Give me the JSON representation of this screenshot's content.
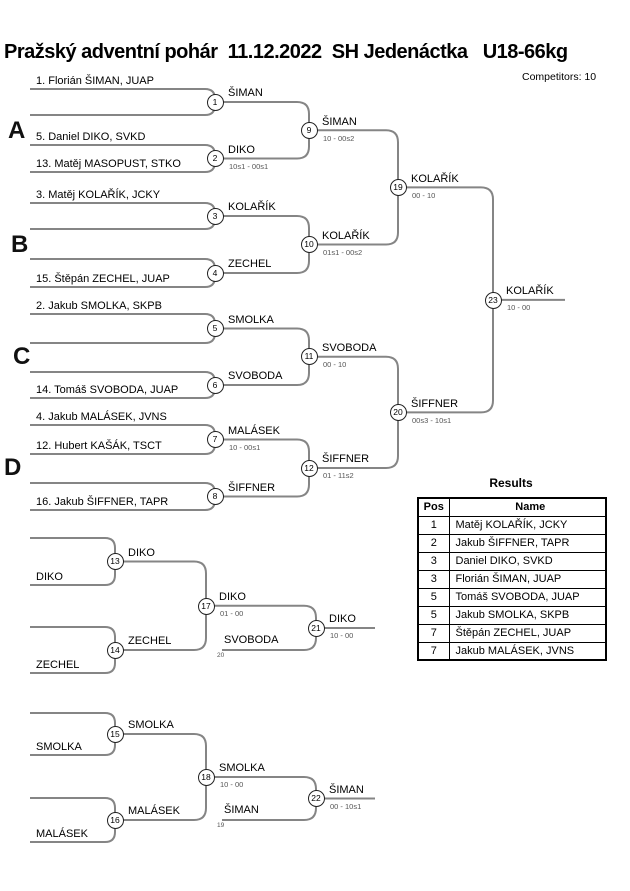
{
  "header": {
    "title": "Pražský adventní pohár  11.12.2022  SH Jedenáctka   U18-66kg",
    "competitors": "Competitors: 10"
  },
  "groups": {
    "a": "A",
    "b": "B",
    "c": "C",
    "d": "D"
  },
  "entries": {
    "e1": "1. Florián ŠIMAN, JUAP",
    "e5": "5. Daniel DIKO, SVKD",
    "e13": "13. Matěj MASOPUST, STKO",
    "e3": "3. Matěj KOLAŘÍK, JCKY",
    "e15": "15. Štěpán ZECHEL, JUAP",
    "e2": "2. Jakub SMOLKA, SKPB",
    "e14": "14. Tomáš SVOBODA, JUAP",
    "e4": "4. Jakub MALÁSEK, JVNS",
    "e12": "12. Hubert KAŠÁK, TSCT",
    "e16": "16. Jakub ŠIFFNER, TAPR"
  },
  "matches": {
    "m1": {
      "no": "1",
      "winner": "ŠIMAN"
    },
    "m2": {
      "no": "2",
      "winner": "DIKO",
      "score": "10s1 - 00s1"
    },
    "m3": {
      "no": "3",
      "winner": "KOLAŘÍK"
    },
    "m4": {
      "no": "4",
      "winner": "ZECHEL"
    },
    "m5": {
      "no": "5",
      "winner": "SMOLKA"
    },
    "m6": {
      "no": "6",
      "winner": "SVOBODA"
    },
    "m7": {
      "no": "7",
      "winner": "MALÁSEK",
      "score": "10 - 00s1"
    },
    "m8": {
      "no": "8",
      "winner": "ŠIFFNER"
    },
    "m9": {
      "no": "9",
      "winner": "ŠIMAN",
      "score": "10 - 00s2"
    },
    "m10": {
      "no": "10",
      "winner": "KOLAŘÍK",
      "score": "01s1 - 00s2"
    },
    "m11": {
      "no": "11",
      "winner": "SVOBODA",
      "score": "00 - 10"
    },
    "m12": {
      "no": "12",
      "winner": "ŠIFFNER",
      "score": "01 - 11s2"
    },
    "m19": {
      "no": "19",
      "winner": "KOLAŘÍK",
      "score": "00 - 10"
    },
    "m20": {
      "no": "20",
      "winner": "ŠIFFNER",
      "score": "00s3 - 10s1"
    },
    "m23": {
      "no": "23",
      "winner": "KOLAŘÍK",
      "score": "10 - 00"
    },
    "m13": {
      "no": "13",
      "winner": "DIKO"
    },
    "m14": {
      "no": "14",
      "winner": "ZECHEL"
    },
    "m17": {
      "no": "17",
      "winner": "DIKO",
      "score": "01 - 00"
    },
    "m21": {
      "no": "21",
      "winner": "DIKO",
      "score": "10 - 00"
    },
    "m15": {
      "no": "15",
      "winner": "SMOLKA"
    },
    "m16": {
      "no": "16",
      "winner": "MALÁSEK"
    },
    "m18": {
      "no": "18",
      "winner": "SMOLKA",
      "score": "10 - 00"
    },
    "m22": {
      "no": "22",
      "winner": "ŠIMAN",
      "score": "00 - 10s1"
    }
  },
  "repechage": {
    "r1_top": "DIKO",
    "r1_bottom": "ZECHEL",
    "r1_feeder": "SVOBODA",
    "r1_feeder_ref": "20",
    "r2_top": "SMOLKA",
    "r2_bottom": "MALÁSEK",
    "r2_feeder": "ŠIMAN",
    "r2_feeder_ref": "19"
  },
  "results": {
    "title": "Results",
    "headers": {
      "pos": "Pos",
      "name": "Name"
    },
    "rows": [
      {
        "pos": "1",
        "name": "Matěj KOLAŘÍK, JCKY"
      },
      {
        "pos": "2",
        "name": "Jakub ŠIFFNER, TAPR"
      },
      {
        "pos": "3",
        "name": "Daniel DIKO, SVKD"
      },
      {
        "pos": "3",
        "name": "Florián ŠIMAN, JUAP"
      },
      {
        "pos": "5",
        "name": "Tomáš SVOBODA, JUAP"
      },
      {
        "pos": "5",
        "name": "Jakub SMOLKA, SKPB"
      },
      {
        "pos": "7",
        "name": "Štěpán ZECHEL, JUAP"
      },
      {
        "pos": "7",
        "name": "Jakub MALÁSEK, JVNS"
      }
    ]
  },
  "colors": {
    "line": "#858585",
    "text": "#000000",
    "score": "#555555"
  }
}
